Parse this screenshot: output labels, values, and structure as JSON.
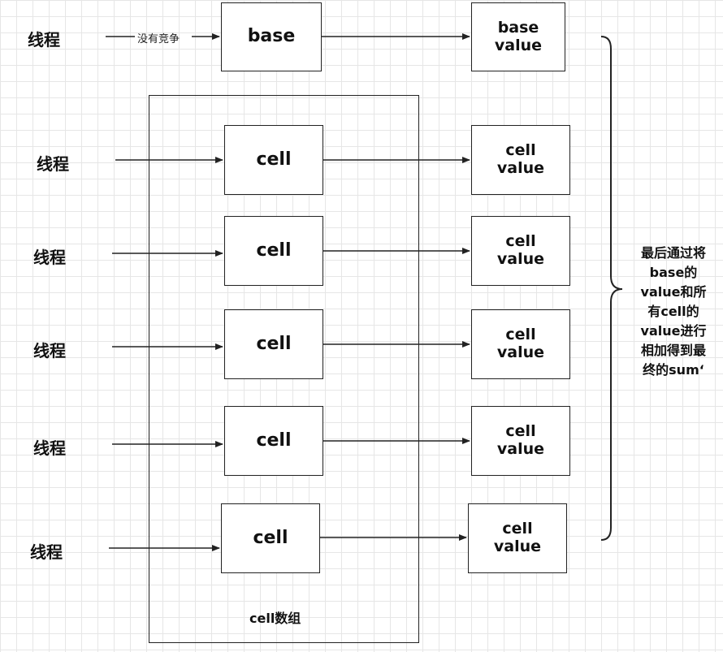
{
  "thread_label": "线程",
  "no_contention_label": "没有竞争",
  "base": {
    "label": "base",
    "value_line1": "base",
    "value_line2": "value"
  },
  "cells": [
    {
      "label": "cell",
      "value_line1": "cell",
      "value_line2": "value"
    },
    {
      "label": "cell",
      "value_line1": "cell",
      "value_line2": "value"
    },
    {
      "label": "cell",
      "value_line1": "cell",
      "value_line2": "value"
    },
    {
      "label": "cell",
      "value_line1": "cell",
      "value_line2": "value"
    },
    {
      "label": "cell",
      "value_line1": "cell",
      "value_line2": "value"
    }
  ],
  "cell_array_label": "cell数组",
  "sum_note": [
    "最后通过将",
    "base的",
    "value和所",
    "有cell的",
    "value进行",
    "相加得到最",
    "终的sum‘"
  ]
}
